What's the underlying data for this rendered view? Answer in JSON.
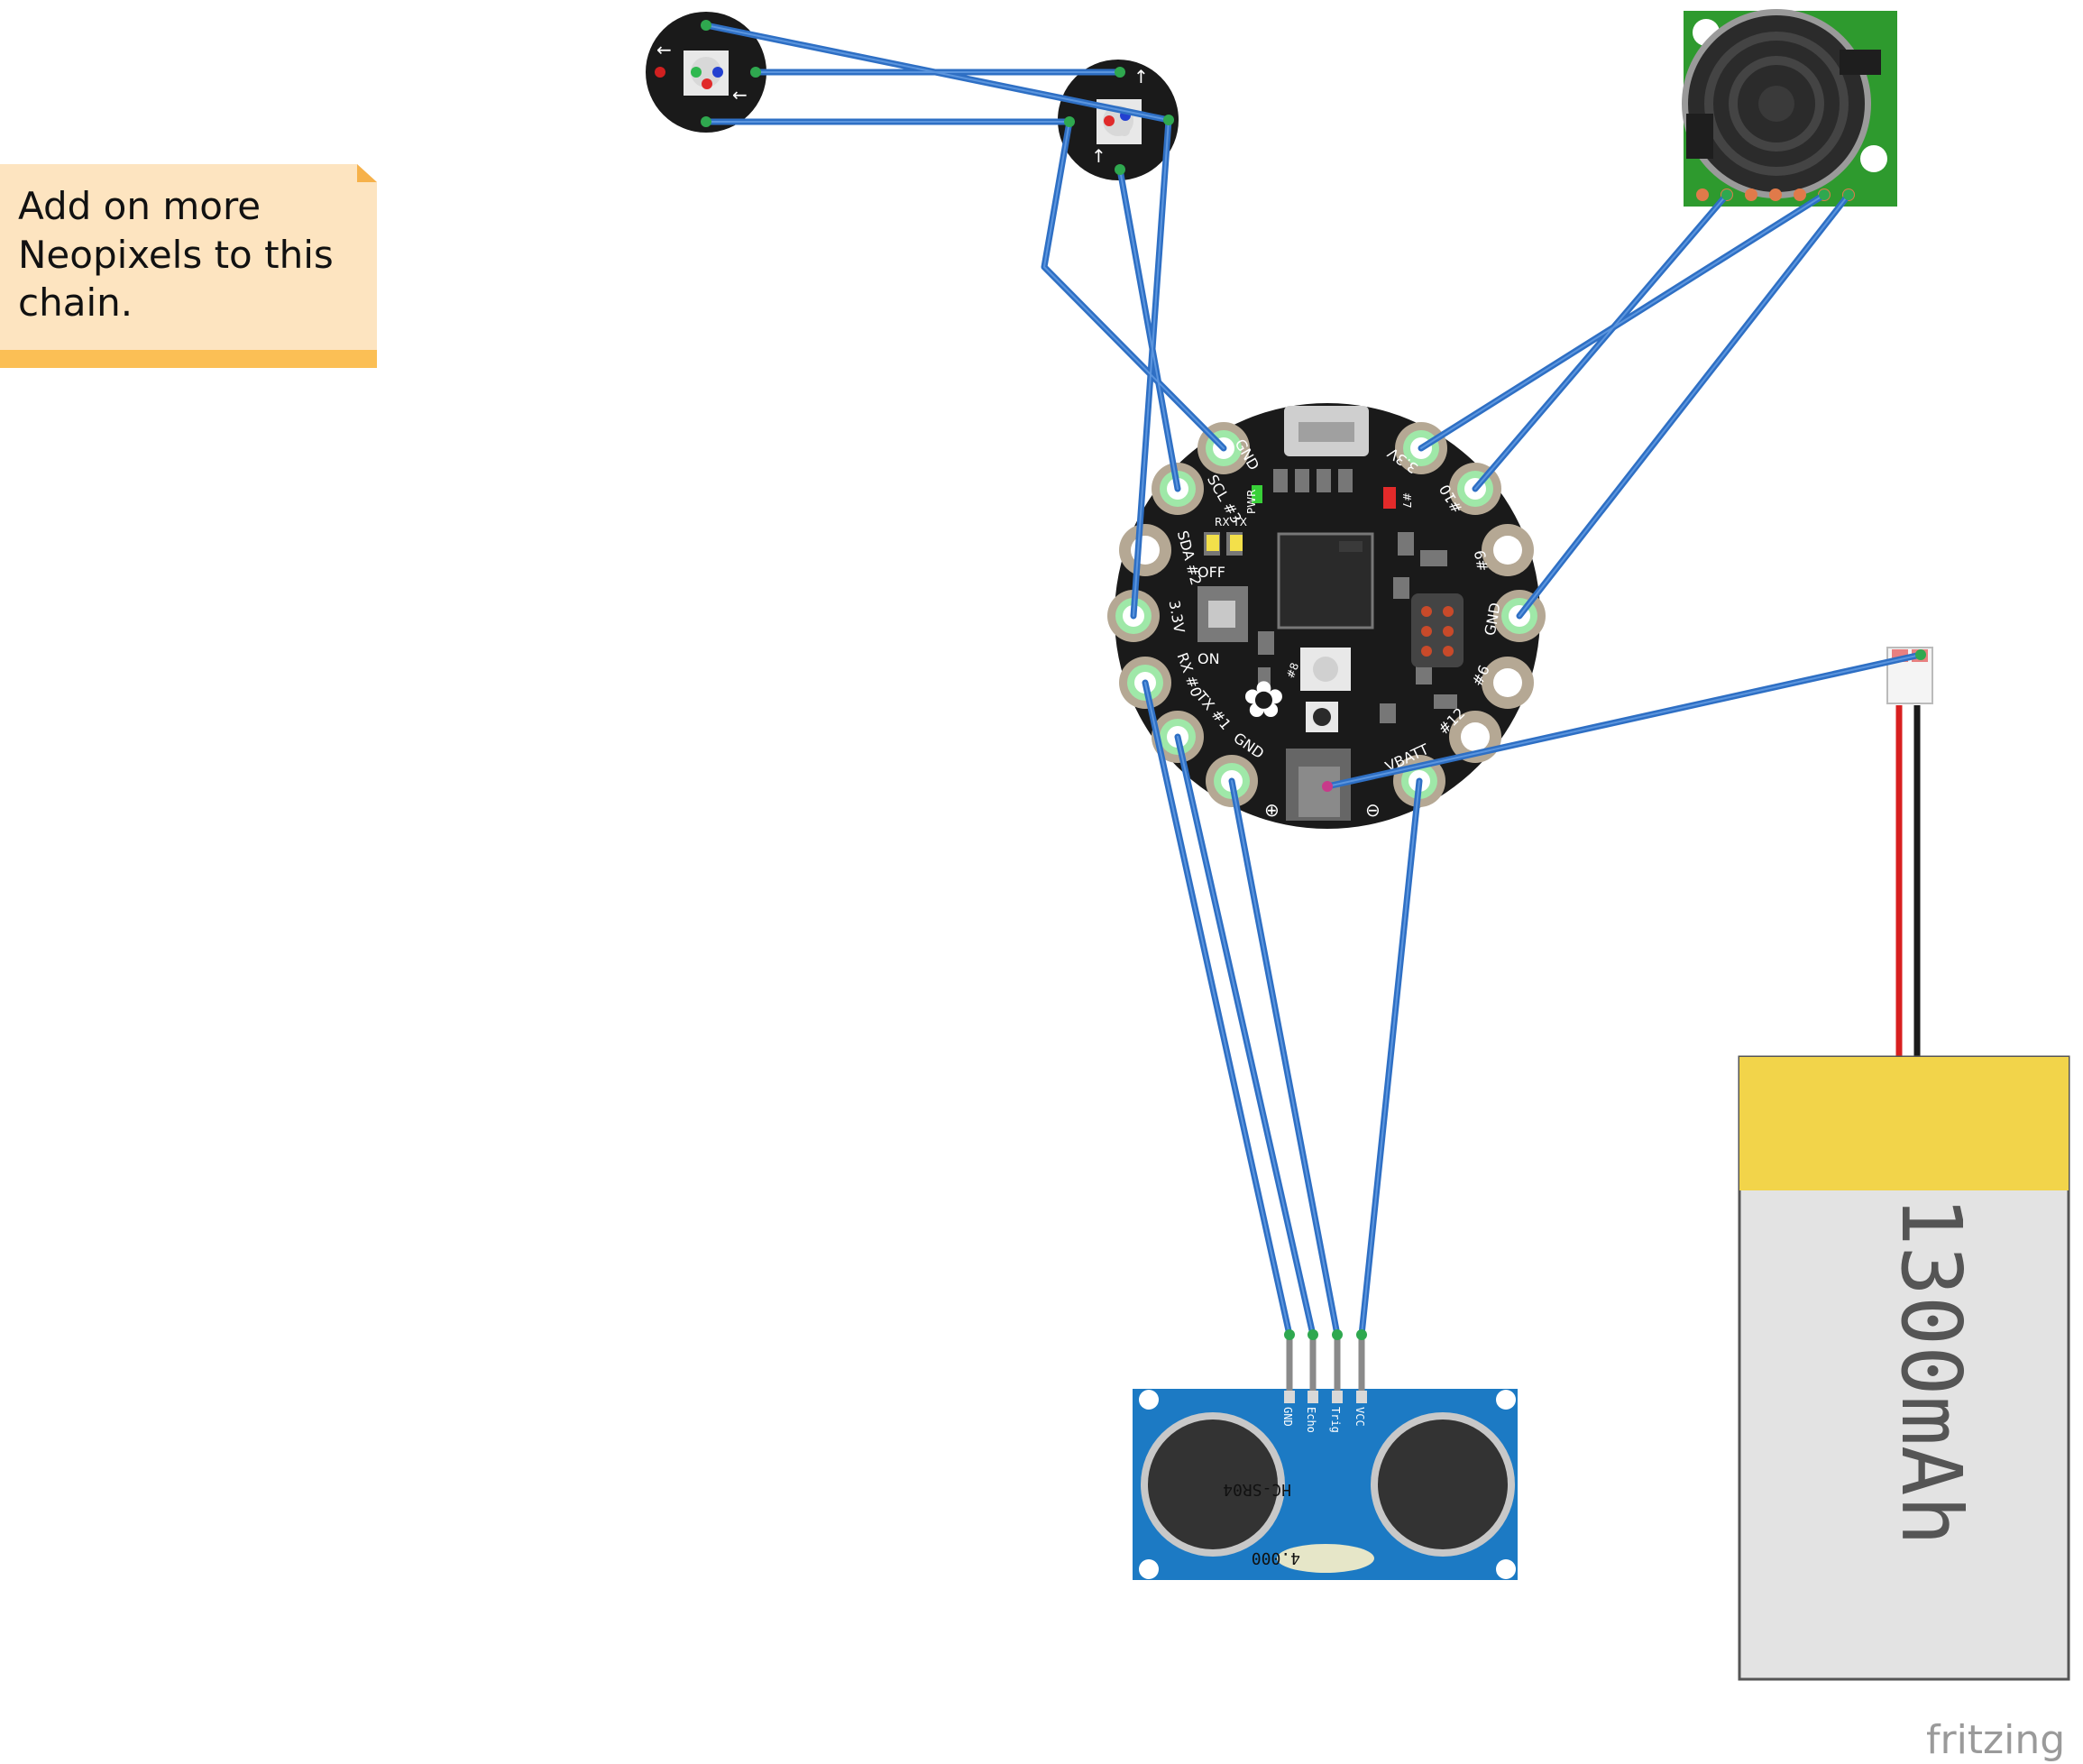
{
  "note": {
    "lines": [
      "Add on more",
      "Neopixels to this",
      "chain."
    ]
  },
  "flora": {
    "pads": {
      "gnd_top": "GND",
      "scl": "SCL #3",
      "sda": "SDA #2",
      "v33_left": "3.3V",
      "rx": "RX #0",
      "tx": "TX #1",
      "gnd_bottom": "GND",
      "vbatt": "VBATT",
      "d12": "#12",
      "d6": "#6",
      "gnd_right": "GND",
      "d9": "#9",
      "d10": "#10",
      "v33_right": "3.3V"
    },
    "board_labels": {
      "pwr": "PWR",
      "rxtx": "RX TX",
      "off": "OFF",
      "on": "ON",
      "d7": "#7",
      "d8": "#8",
      "plus": "⊕",
      "minus": "⊖"
    }
  },
  "hc_sr04": {
    "name": "HC-SR04",
    "crystal": "4.000",
    "pins": [
      "GND",
      "Echo",
      "Trig",
      "VCC"
    ]
  },
  "battery": {
    "capacity": "1300mAh"
  },
  "brand": "fritzing",
  "colors": {
    "wire": "#2e6fc4",
    "board": "#1a1a1a",
    "pad_ring": "#b5a894",
    "pad_glow": "#9fe8a8",
    "sensor_green": "#2e9a2e",
    "hc_blue": "#1c7ac4",
    "battery_yellow": "#f2d44a",
    "battery_gray": "#e3e3e3",
    "note_bg": "#fde4c0",
    "note_bar": "#fbbf55"
  },
  "icons": {
    "flower": "flower-logo-icon",
    "neopixel_arrow": "arrow-icon"
  }
}
